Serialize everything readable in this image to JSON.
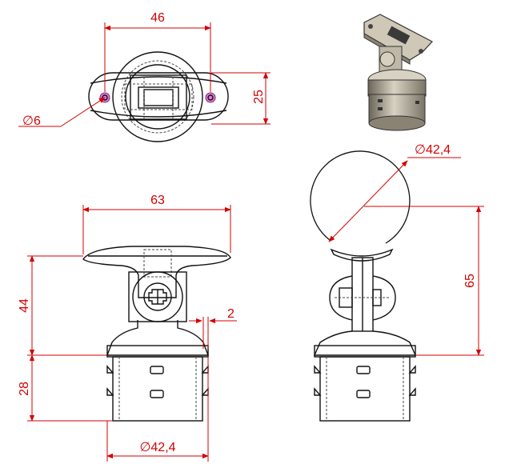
{
  "dimensions": {
    "top_width": "46",
    "top_height": "25",
    "hole_dia": "6",
    "front_width": "63",
    "front_height_top": "44",
    "front_height_bottom": "28",
    "wall": "2",
    "base_dia": "42,4",
    "side_top_dia": "42,4",
    "side_height": "65"
  },
  "symbols": {
    "diameter": "∅"
  },
  "colors": {
    "dimension": "#d40000",
    "outline": "#111111",
    "hole_marker": "#e07ad6"
  }
}
